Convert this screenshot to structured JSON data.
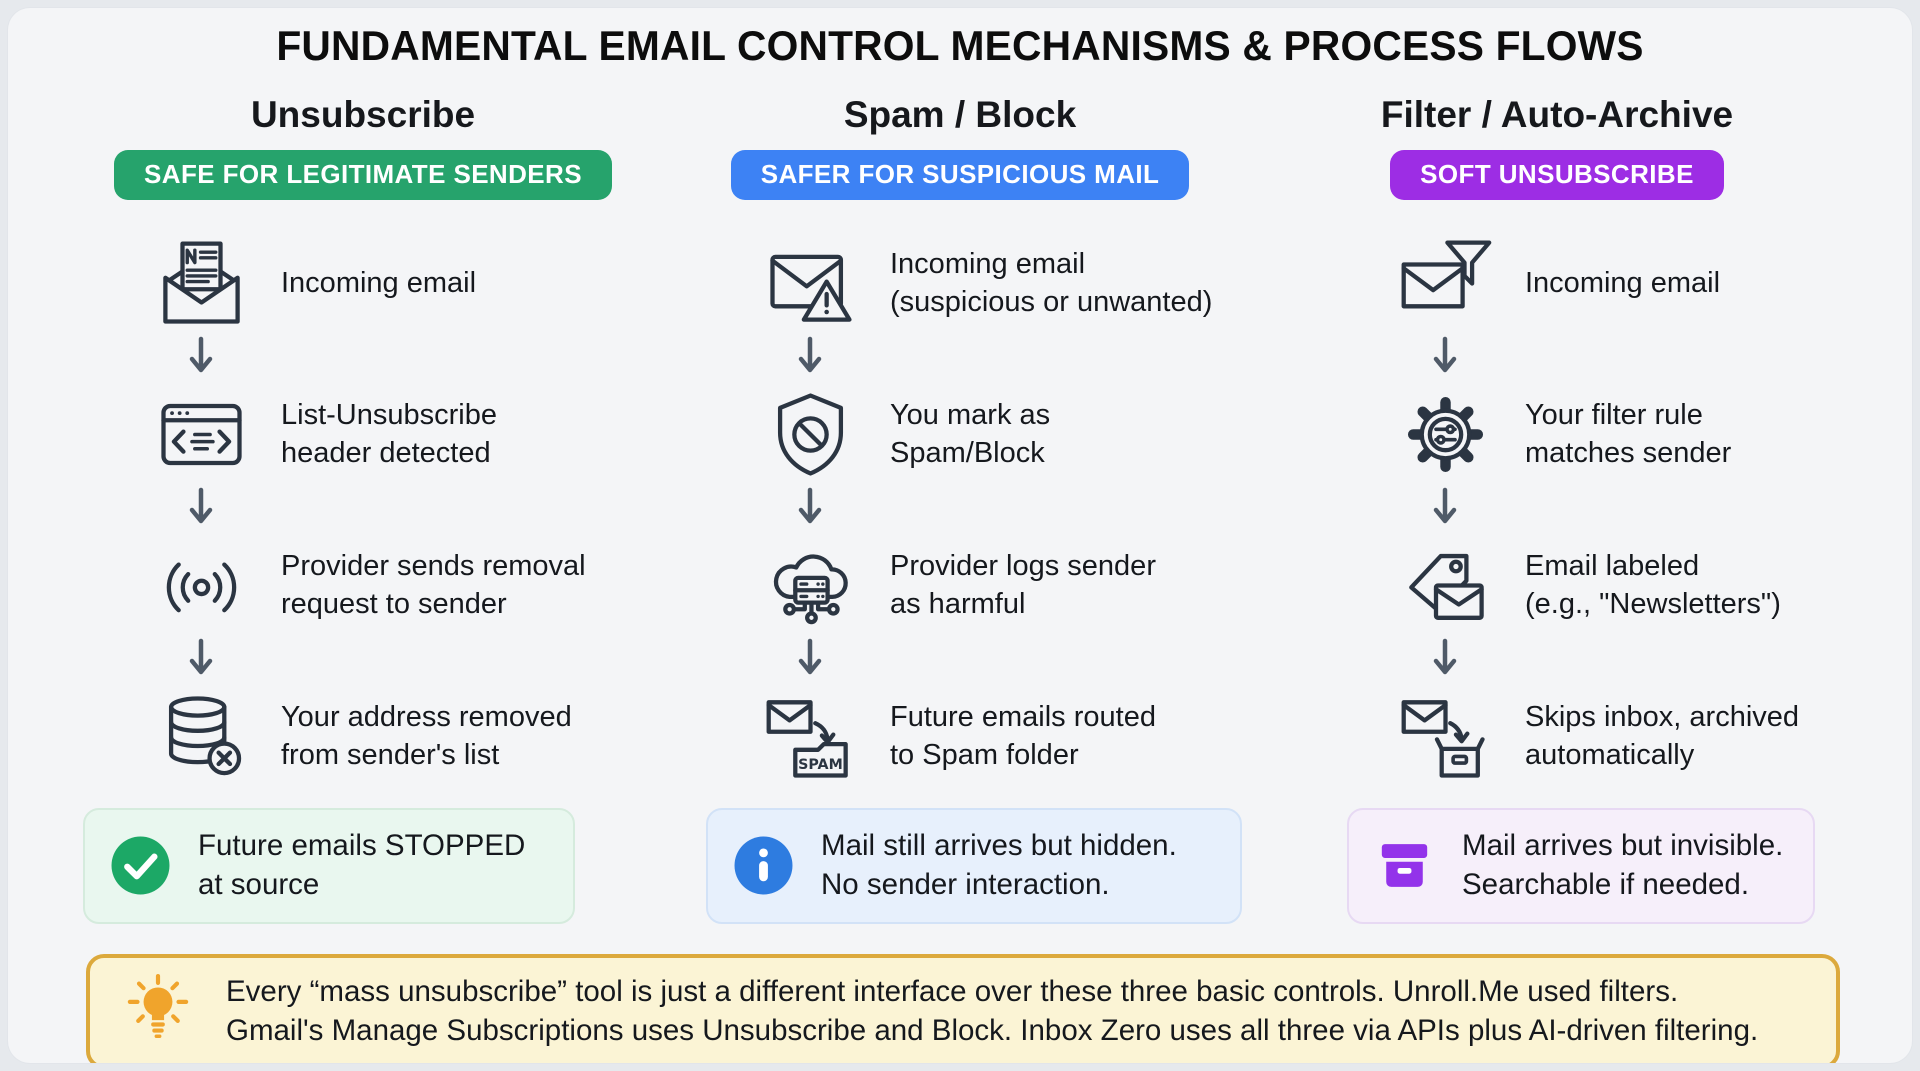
{
  "title": "FUNDAMENTAL EMAIL CONTROL MECHANISMS & PROCESS FLOWS",
  "columns": [
    {
      "heading": "Unsubscribe",
      "badge": "SAFE FOR LEGITIMATE SENDERS",
      "badge_color": "#26a36c",
      "steps": [
        {
          "icon": "newsletter-envelope-icon",
          "text": "Incoming email"
        },
        {
          "icon": "code-browser-icon",
          "text": "List-Unsubscribe\nheader detected"
        },
        {
          "icon": "broadcast-icon",
          "text": "Provider sends removal\nrequest to sender"
        },
        {
          "icon": "database-remove-icon",
          "text": "Your address removed\nfrom sender's list"
        }
      ],
      "result": {
        "icon": "check-circle-icon",
        "icon_color": "#1ca866",
        "text": "Future emails STOPPED\nat source",
        "bg": "#e9f7ef",
        "border": "#d5ebdd"
      }
    },
    {
      "heading": "Spam / Block",
      "badge": "SAFER FOR SUSPICIOUS MAIL",
      "badge_color": "#3d82f4",
      "steps": [
        {
          "icon": "envelope-alert-icon",
          "text": "Incoming email\n(suspicious or unwanted)"
        },
        {
          "icon": "shield-block-icon",
          "text": "You mark as\nSpam/Block"
        },
        {
          "icon": "cloud-server-icon",
          "text": "Provider logs sender\nas harmful"
        },
        {
          "icon": "envelope-spam-folder-icon",
          "text": "Future emails routed\nto Spam folder"
        }
      ],
      "result": {
        "icon": "info-circle-icon",
        "icon_color": "#2e7ce0",
        "text": "Mail still arrives but hidden.\nNo sender interaction.",
        "bg": "#e7f0fc",
        "border": "#d2e2f7"
      }
    },
    {
      "heading": "Filter / Auto-Archive",
      "badge": "SOFT UNSUBSCRIBE",
      "badge_color": "#9d2de4",
      "steps": [
        {
          "icon": "envelope-funnel-icon",
          "text": "Incoming email"
        },
        {
          "icon": "gear-filter-icon",
          "text": "Your filter rule\nmatches sender"
        },
        {
          "icon": "label-envelope-icon",
          "text": "Email labeled\n(e.g., \"Newsletters\")"
        },
        {
          "icon": "envelope-archive-icon",
          "text": "Skips inbox, archived\nautomatically"
        }
      ],
      "result": {
        "icon": "archive-box-icon",
        "icon_color": "#9333ea",
        "text": "Mail arrives but invisible.\nSearchable if needed.",
        "bg": "#f6effa",
        "border": "#e7d9f3"
      }
    }
  ],
  "note": {
    "icon": "lightbulb-icon",
    "icon_color": "#f0a42c",
    "text": "Every “mass unsubscribe” tool is just a different interface over these three basic controls. Unroll.Me used filters.\nGmail's Manage Subscriptions uses Unsubscribe and Block. Inbox Zero uses all three via APIs plus AI-driven filtering.",
    "bg": "#fbf4d5",
    "border": "#dca93c"
  }
}
